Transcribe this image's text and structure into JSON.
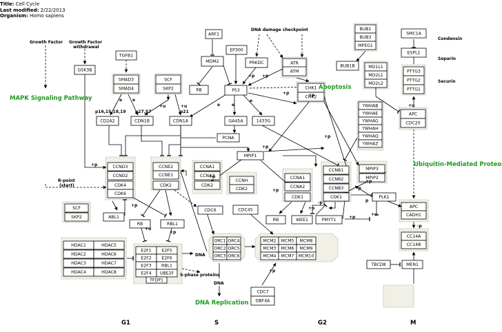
{
  "meta": {
    "title_label": "Title:",
    "title": "Cell Cycle",
    "modified_label": "Last modified:",
    "modified": "2/22/2013",
    "organism_label": "Organism:",
    "organism": "Homo sapiens"
  },
  "genes": {
    "arf1": "ARF1",
    "mdm2": "MDM2",
    "rb_a": "RB",
    "ep300": "EP300",
    "p53": "P53",
    "prkdc": "PRKDC",
    "atr": "ATR",
    "atm": "ATM",
    "bub1": "BUB1",
    "bub3": "BUB3",
    "mpeg1": "MPEG1",
    "bub1b": "BUB1B",
    "md1l1": "MD1L1",
    "md2l1": "MD2L1",
    "md2l2": "MD2L2",
    "smc1a": "SMC1A",
    "espl1": "ESPL1",
    "pttg3": "PTTG3",
    "pttg2": "PTTG2",
    "pttg1": "PTTG1",
    "tgfb1": "TGFB1",
    "gsk3b": "GSK3B",
    "smad3": "SMAD3",
    "smad4": "SMAD4",
    "scf_a": "SCF",
    "skp2_a": "SKP2",
    "cd2a2": "CD2A2",
    "cdn1b": "CDN1B",
    "cdn1a": "CDN1A",
    "ga45a": "GA45A",
    "g1433": "1433G",
    "chk1": "CHK1",
    "chk2": "CHK2",
    "pcna": "PCNA",
    "ywhab": "YWHAB",
    "ywhae": "YWHAE",
    "ywhag": "YWHAG",
    "ywhah": "YWHAH",
    "ywhaq": "YWHAQ",
    "ywhaz": "YWHAZ",
    "apc_a": "APC",
    "cdc20": "CDC20",
    "ccnd3": "CCND3",
    "ccnd2": "CCND2",
    "cdk4": "CDK4",
    "cdk6": "CDK6",
    "ccne2": "CCNE2",
    "ccne1": "CCNE1",
    "cdk2_a": "CDK2",
    "ccna1_a": "CCNA1",
    "ccna2_a": "CCNA2",
    "cdk2_b": "CDK2",
    "ccnh": "CCNH",
    "cdk7": "CDK2",
    "mpip1": "MPIP1",
    "ccna1_b": "CCNA1",
    "ccna2_b": "CCNA2",
    "cdk1_a": "CDK1",
    "ccnb1": "CCNB1",
    "ccnb2": "CCNB2",
    "ccnb3": "CCNB3",
    "cdk1_b": "CDK1",
    "mpip3": "MPIP3",
    "mpip2": "MPIP2",
    "plk1": "PLK1",
    "scf_b": "SCF",
    "skp2_b": "SKP2",
    "abl1": "ABL1",
    "rb_b": "RB",
    "rbl1": "RBL1",
    "cdc6": "CDC6",
    "cdc45": "CDC45",
    "rb_c": "RB",
    "wee1": "WEE1",
    "pmyt1": "PMYT1",
    "apc_b": "APC",
    "cadh1": "CADH1",
    "hdac1": "HDAC1",
    "hdac5": "HDAC5",
    "hdac2": "HDAC2",
    "hdac6": "HDAC6",
    "hdac3": "HDAC3",
    "hdac7": "HDAC7",
    "hdac4": "HDAC4",
    "hdac8": "HDAC8",
    "e2f1": "E2F1",
    "e2f5": "E2F5",
    "e2f2": "E2F2",
    "e2f6": "E2F6",
    "e2f3": "E2F3",
    "rbl1_b": "RBL1",
    "e2f4": "E2F4",
    "ube2f": "UBE2F",
    "tfdp1": "TFDP1",
    "orc1": "ORC1",
    "orc4": "ORC4",
    "orc2": "ORC2",
    "orc5": "ORC5",
    "orc3": "ORC3",
    "orc6": "ORC6",
    "mcm2": "MCM2",
    "mcm5": "MCM5",
    "mcm8": "MCM8",
    "mcm3": "MCM3",
    "mcm6": "MCM6",
    "mcm9": "MCM9",
    "mcm4": "MCM4",
    "mcm7": "MCM7",
    "mcm10": "MCM10",
    "cc14a": "CC14A",
    "cc14b": "CC14B",
    "tbcd8": "TBCD8",
    "men1": "MEN1",
    "cdc7": "CDC7",
    "dbf4a": "DBF4A"
  },
  "labels": {
    "growth_factor": "Growth Factor",
    "growth_factor_withdrawal_1": "Growth Factor",
    "growth_factor_withdrawal_2": "withdrawal",
    "dna_damage": "DNA damage checkpoint",
    "condensin": "Condensin",
    "separin": "Separin",
    "securin": "Securin",
    "r_point_1": "R-point",
    "r_point_2": "(start)",
    "p16": "p16,15,18,19",
    "p27": "p27,57",
    "p21": "p21",
    "dna_1": "DNA",
    "dna_2": "DNA",
    "s_phase_proteins": "S-phase proteins"
  },
  "edge_labels": {
    "plus_p": "+p",
    "minus_p": "-p",
    "plus_u": "+u",
    "e": "e",
    "p": "p"
  },
  "pathways": {
    "mapk": "MAPK Signaling Pathway",
    "apoptosis": "Apoptosis",
    "ubiquitin": "Ubiquitin-Mediated Proteolysis",
    "dna_replication": "DNA Replication"
  },
  "phases": {
    "g1": "G1",
    "s": "S",
    "g2": "G2",
    "m": "M"
  },
  "colors": {
    "pathway_link": "#229922",
    "complex_fill": "#f0f0e6"
  }
}
